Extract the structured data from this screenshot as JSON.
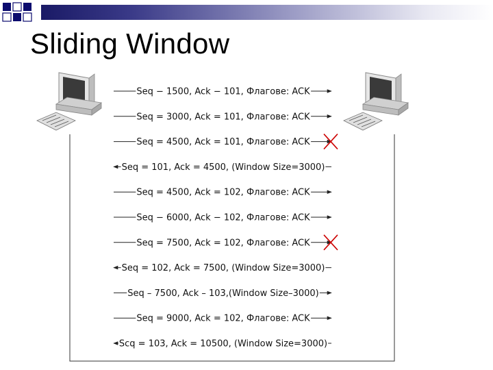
{
  "title": "Sliding Window",
  "colors": {
    "line": "#222222",
    "lost": "#cc0000",
    "bar_dark": "#1a1a66",
    "square": "#0b0b6e"
  },
  "icons": {
    "sender": "computer-icon",
    "receiver": "computer-icon",
    "lost": "x-mark-icon"
  },
  "messages": [
    {
      "text": "Seq − 1500, Ack − 101, Флагове: ACK",
      "direction": "right",
      "lost": false
    },
    {
      "text": "Seq = 3000, Ack = 101, Флагове: ACK",
      "direction": "right",
      "lost": false
    },
    {
      "text": "Seq = 4500, Ack = 101, Флагове: ACK",
      "direction": "right",
      "lost": true
    },
    {
      "text": "Seq = 101, Ack = 4500, (Window Size=3000)",
      "direction": "left",
      "lost": false
    },
    {
      "text": "Seq = 4500, Ack = 102, Флагове: ACK",
      "direction": "right",
      "lost": false
    },
    {
      "text": "Seq − 6000, Ack − 102, Флагове: ACK",
      "direction": "right",
      "lost": false
    },
    {
      "text": "Seq = 7500, Ack = 102, Флагове: ACK",
      "direction": "right",
      "lost": true
    },
    {
      "text": "Seq = 102, Ack = 7500, (Window Size=3000)",
      "direction": "left",
      "lost": false
    },
    {
      "text": "Seq – 7500, Ack – 103,(Window Size–3000)",
      "direction": "right",
      "lost": false
    },
    {
      "text": "Seq = 9000, Ack = 102, Флагове: ACK",
      "direction": "right",
      "lost": false
    },
    {
      "text": "Scq = 103, Ack = 10500, (Window Size=3000)",
      "direction": "left",
      "lost": false
    }
  ]
}
